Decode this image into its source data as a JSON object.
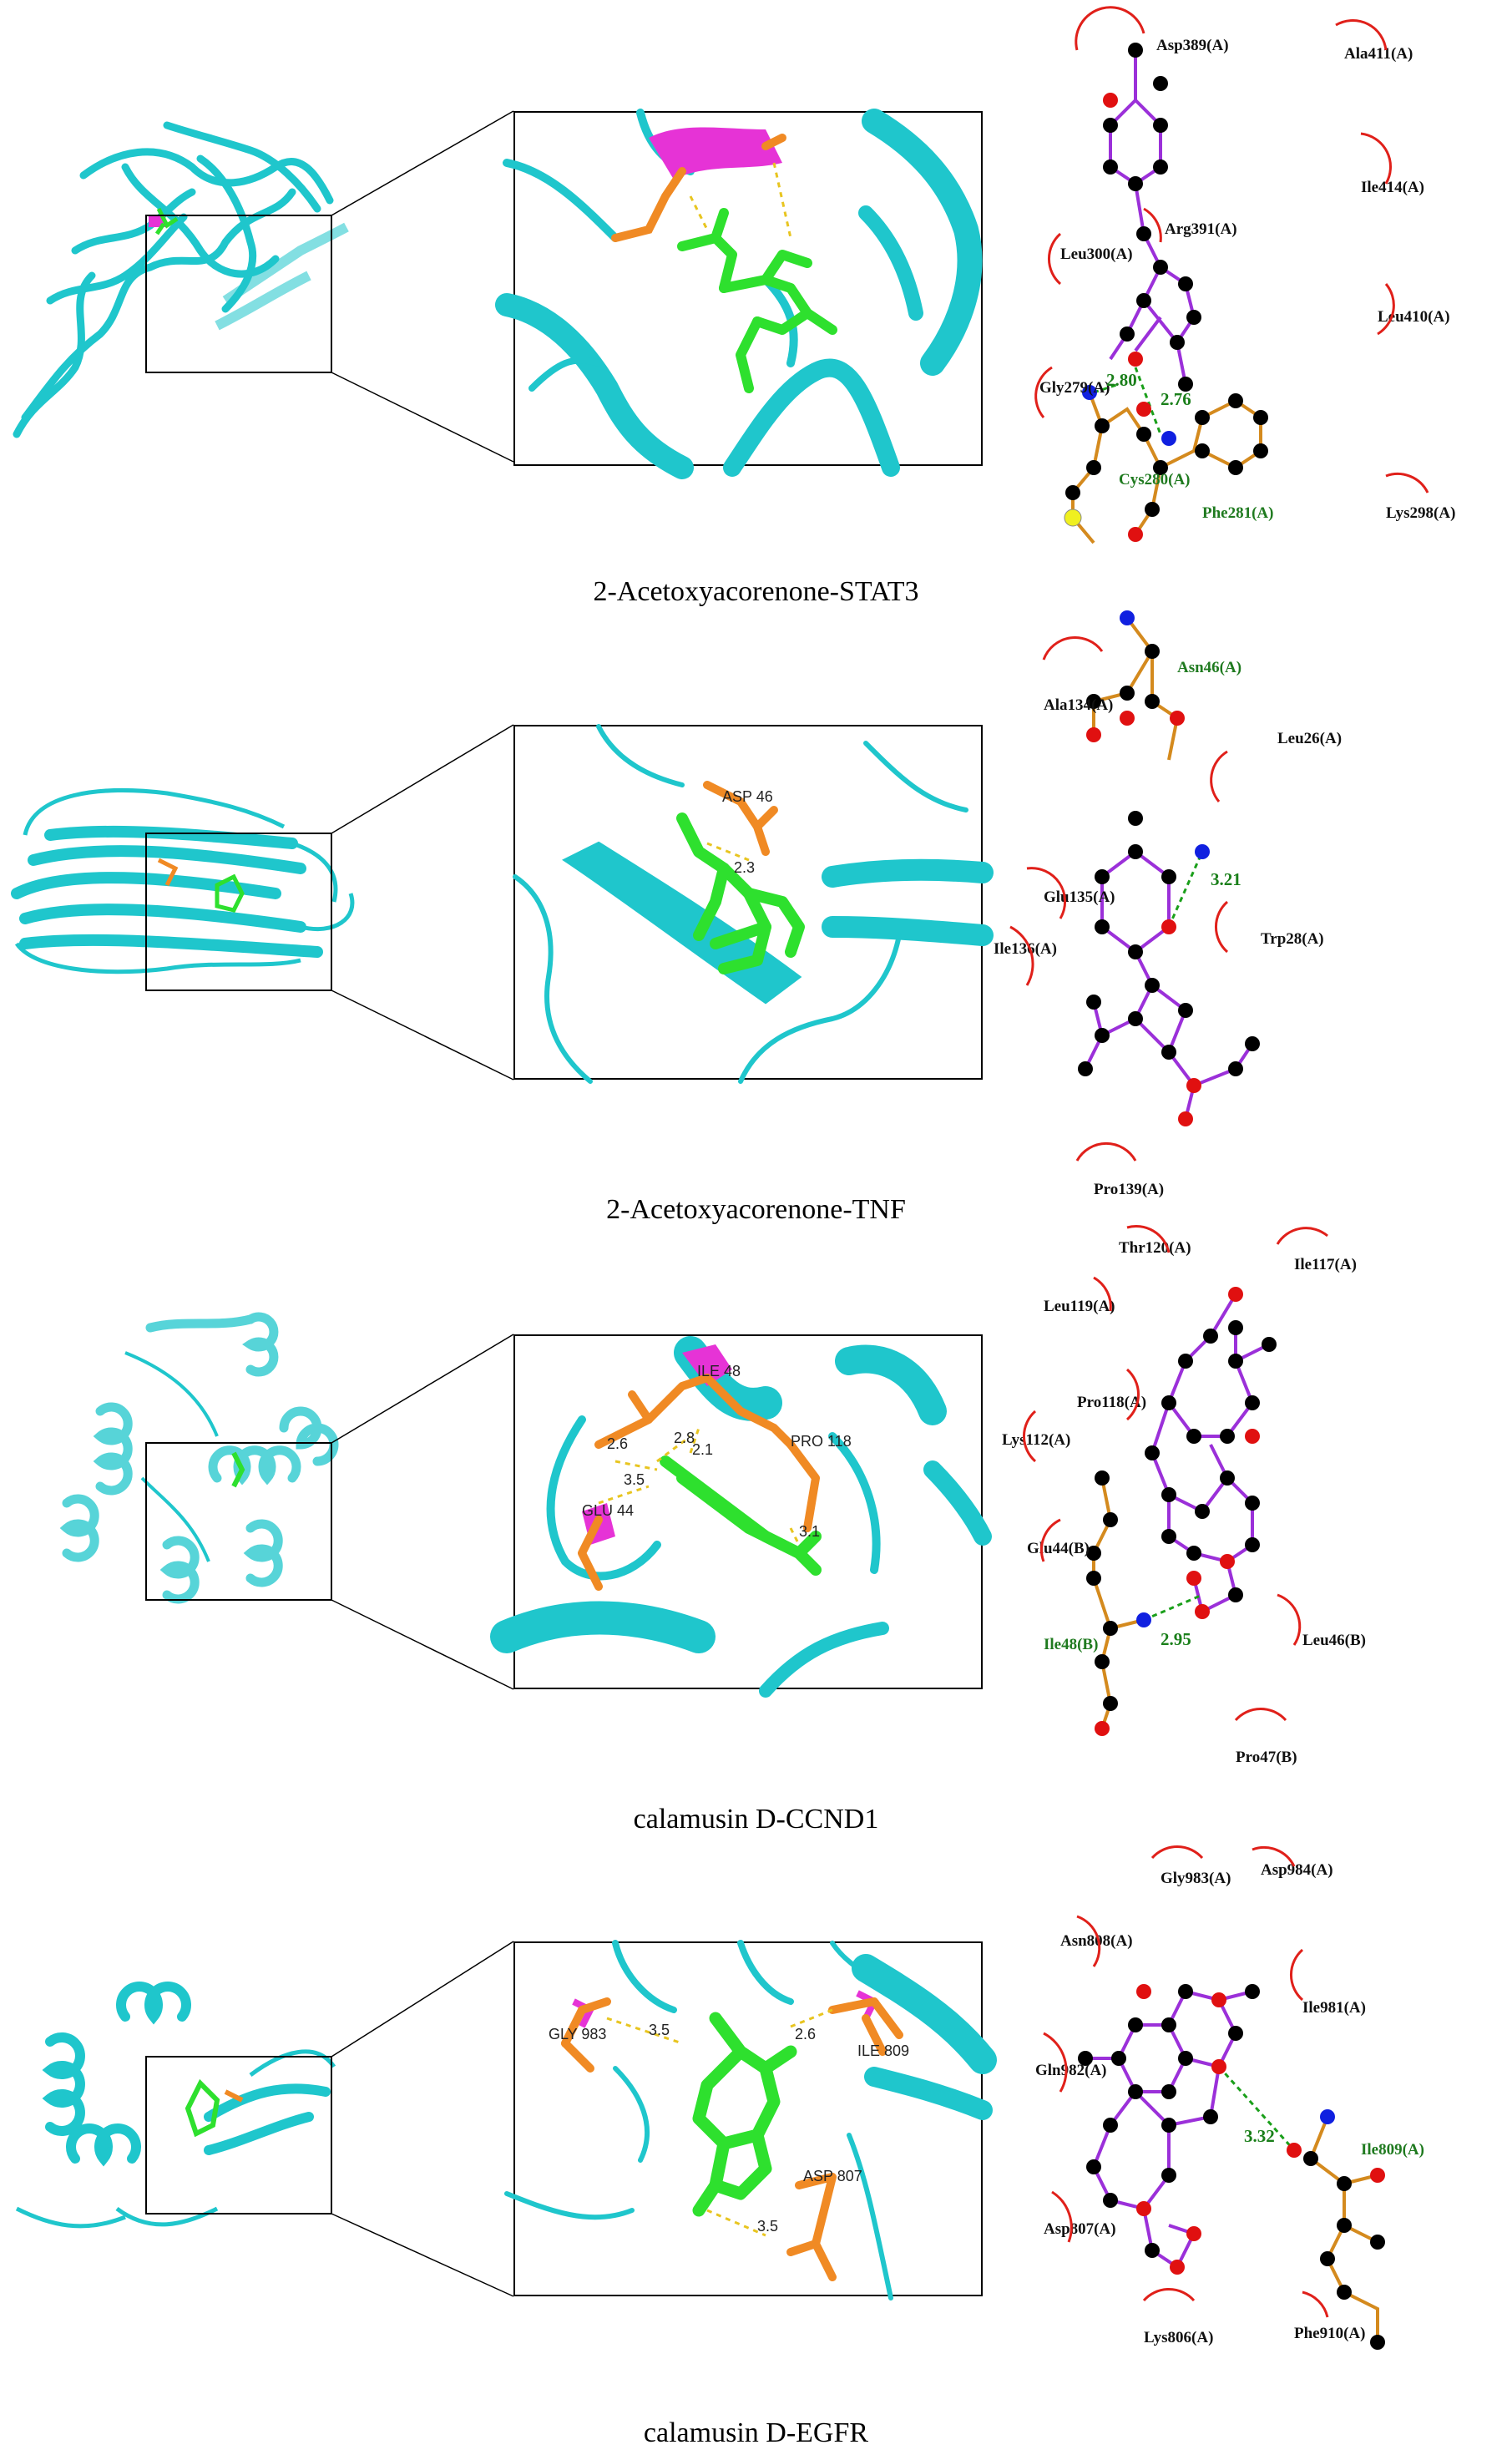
{
  "panels": [
    {
      "caption": "2-Acetoxyacorenone-STAT3",
      "zoom_labels": [],
      "hb_residues": [
        "Cys280(A)",
        "Phe281(A)"
      ],
      "residues": [
        "Asp389(A)",
        "Ala411(A)",
        "Ile414(A)",
        "Arg391(A)",
        "Leu300(A)",
        "Leu410(A)",
        "Gly279(A)",
        "Lys298(A)"
      ],
      "distances": [
        "2.80",
        "2.76"
      ]
    },
    {
      "caption": "2-Acetoxyacorenone-TNF",
      "zoom_labels": [
        "ASP 46",
        "2.3"
      ],
      "hb_residues": [
        "Asn46(A)"
      ],
      "residues": [
        "Ala134(A)",
        "Leu26(A)",
        "Glu135(A)",
        "Trp28(A)",
        "Ile136(A)",
        "Pro139(A)"
      ],
      "distances": [
        "3.21"
      ]
    },
    {
      "caption": "calamusin D-CCND1",
      "zoom_labels": [
        "2.6",
        "2.8",
        "2.1",
        "3.5",
        "3.1",
        "PRO 118",
        "GLU 44",
        "ILE 48"
      ],
      "hb_residues": [
        "Ile48(B)"
      ],
      "residues": [
        "Thr120(A)",
        "Ile117(A)",
        "Leu119(A)",
        "Pro118(A)",
        "Lys112(A)",
        "Glu44(B)",
        "Leu46(B)",
        "Pro47(B)"
      ],
      "distances": [
        "2.95"
      ]
    },
    {
      "caption": "calamusin D-EGFR",
      "zoom_labels": [
        "GLY 983",
        "3.5",
        "2.6",
        "ILE 809",
        "ASP 807",
        "3.5"
      ],
      "hb_residues": [
        "Ile809(A)"
      ],
      "residues": [
        "Gly983(A)",
        "Asp984(A)",
        "Asn808(A)",
        "Ile981(A)",
        "Gln982(A)",
        "Asp807(A)",
        "Lys806(A)",
        "Phe910(A)"
      ],
      "distances": [
        "3.32"
      ]
    }
  ],
  "colors": {
    "protein": "#1fc6cc",
    "ligand": "#2ee02e",
    "residue_stick": "#f08a24",
    "helix_highlight": "#e633d6",
    "ligand_bond": "#9b30d9",
    "residue_bond": "#d48a1e",
    "hbond": "#1a9f1a",
    "hydrophobic_arc": "#e0201a",
    "carbon": "#000000",
    "oxygen": "#e01010",
    "nitrogen": "#1020e0",
    "sulfur": "#f0f020"
  }
}
